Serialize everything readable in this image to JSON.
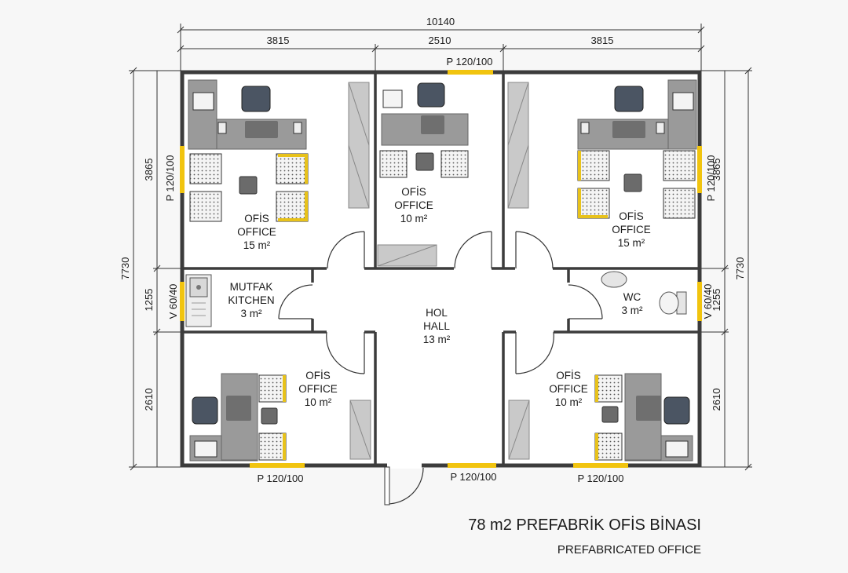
{
  "dimensions": {
    "total_width": "10140",
    "left_width": "3815",
    "center_width": "2510",
    "right_width": "3815",
    "total_height": "7730",
    "top_height": "3865",
    "middle_height": "1255",
    "bottom_height": "2610"
  },
  "rooms": [
    {
      "id": "office-top-left",
      "name_tr": "OFİS",
      "name_en": "OFFICE",
      "area": "15 m²"
    },
    {
      "id": "office-top-center",
      "name_tr": "OFİS",
      "name_en": "OFFICE",
      "area": "10 m²"
    },
    {
      "id": "office-top-right",
      "name_tr": "OFİS",
      "name_en": "OFFICE",
      "area": "15 m²"
    },
    {
      "id": "kitchen",
      "name_tr": "MUTFAK",
      "name_en": "KITCHEN",
      "area": "3 m²"
    },
    {
      "id": "hall",
      "name_tr": "HOL",
      "name_en": "HALL",
      "area": "13 m²"
    },
    {
      "id": "wc",
      "name_tr": "",
      "name_en": "WC",
      "area": "3 m²"
    },
    {
      "id": "office-bottom-left",
      "name_tr": "OFİS",
      "name_en": "OFFICE",
      "area": "10 m²"
    },
    {
      "id": "office-bottom-right",
      "name_tr": "OFİS",
      "name_en": "OFFICE",
      "area": "10 m²"
    }
  ],
  "windows": {
    "top_center": "P 120/100",
    "left_top": "P 120/100",
    "right_top": "P 120/100",
    "left_middle": "V 60/40",
    "right_middle": "V 60/40",
    "bottom_left": "P 120/100",
    "bottom_center": "P 120/100",
    "bottom_right": "P 120/100"
  },
  "title": "78 m2 PREFABRİK OFİS BİNASI",
  "subtitle": "PREFABRICATED OFFICE",
  "colors": {
    "wall": "#3c3c3c",
    "furniture": "#9a9a9a",
    "chair": "#e3e3e3",
    "accent_yellow": "#e8c21a",
    "window": "#f1c40f"
  }
}
